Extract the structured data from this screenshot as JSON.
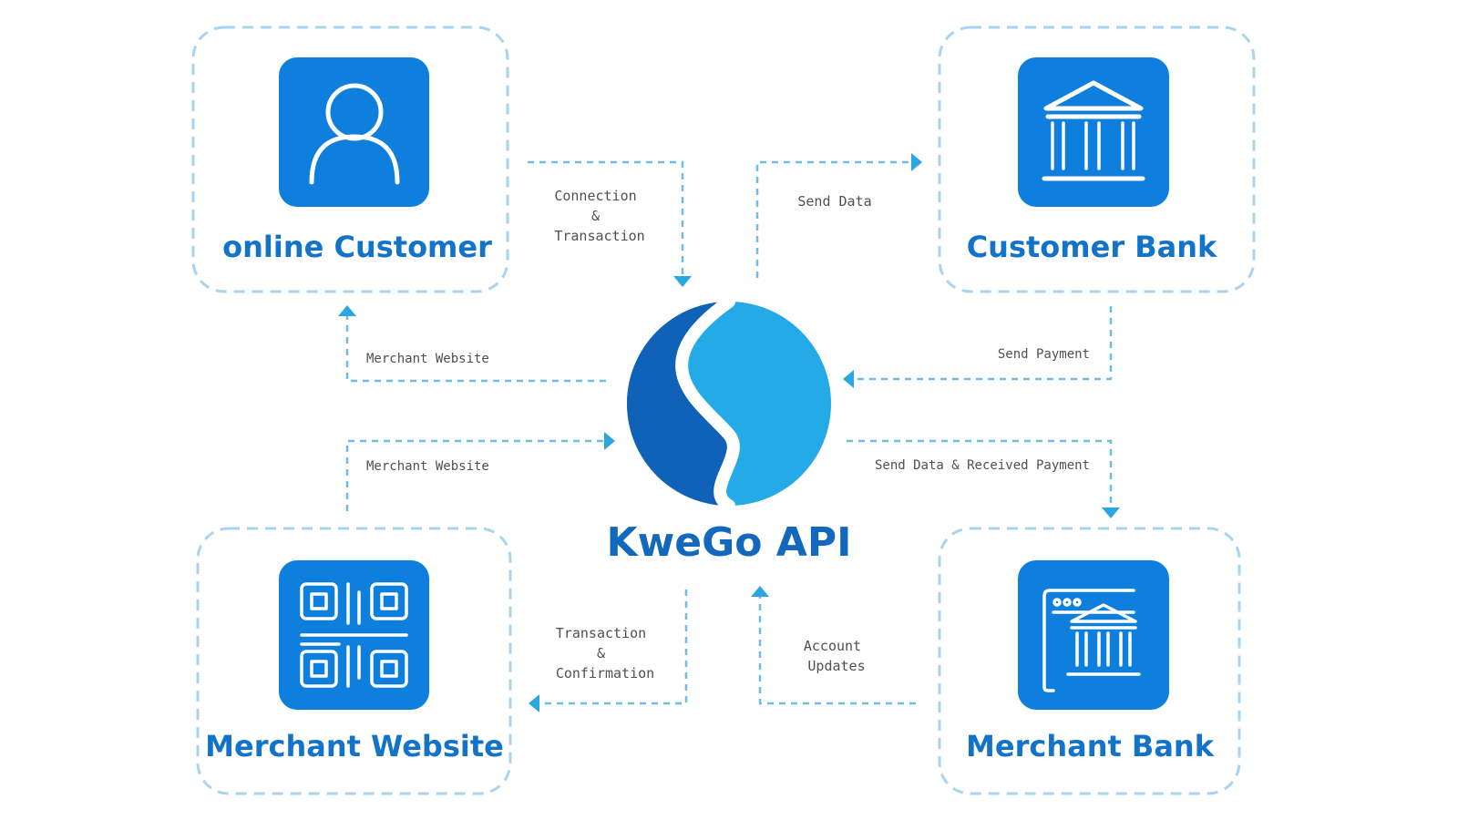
{
  "nodes": {
    "online_customer": {
      "label": "online Customer",
      "icon": "user-icon"
    },
    "customer_bank": {
      "label": "Customer Bank",
      "icon": "bank-icon"
    },
    "merchant_website": {
      "label": "Merchant Website",
      "icon": "qr-code-icon"
    },
    "merchant_bank": {
      "label": "Merchant Bank",
      "icon": "bank-window-icon"
    }
  },
  "center": {
    "label": "KweGo API",
    "icon": "kwego-logo"
  },
  "edges": {
    "connection_transaction": [
      "Connection",
      "&",
      "Transaction"
    ],
    "send_data": "Send Data",
    "send_payment": "Send Payment",
    "merchant_website_top": "Merchant Website",
    "merchant_website_bottom": "Merchant Website",
    "send_data_received_payment": "Send Data & Received Payment",
    "transaction_confirmation": [
      "Transaction",
      "&",
      "Confirmation"
    ],
    "account_updates": [
      "Account",
      "Updates"
    ]
  },
  "colors": {
    "tile": "#0e7fdc",
    "title": "#1273c8",
    "box_border": "#a9d4f0",
    "flow_line": "#6fbde6",
    "arrow": "#2aa7e0",
    "logo_dark": "#0f62b8",
    "logo_light": "#25aae8"
  }
}
